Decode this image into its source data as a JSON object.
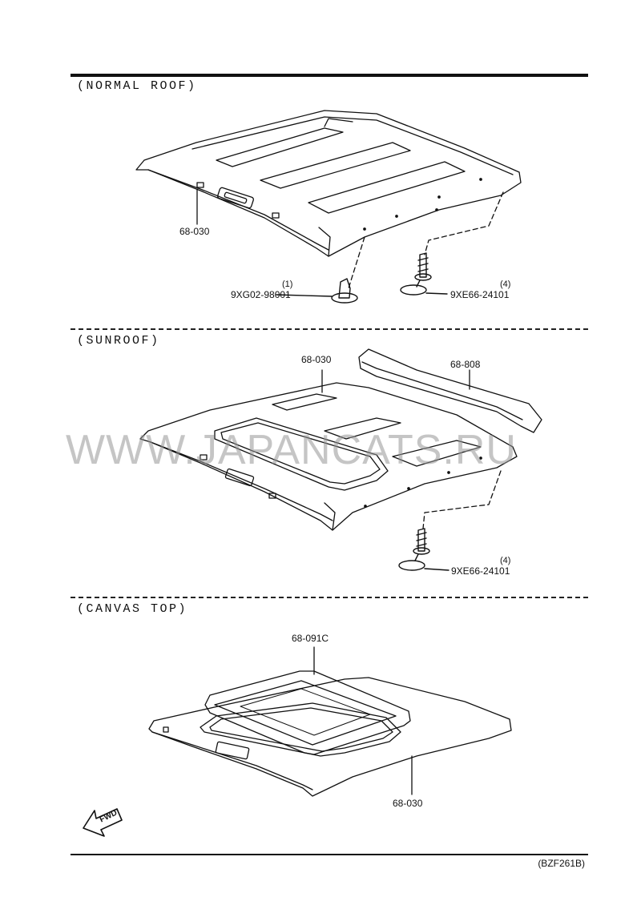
{
  "sections": [
    {
      "title": "(NORMAL ROOF)"
    },
    {
      "title": "(SUNROOF)"
    },
    {
      "title": "(CANVAS TOP)"
    }
  ],
  "parts": {
    "normal": {
      "headliner": "68-030",
      "clip_qty": "(1)",
      "clip": "9XG02-98001",
      "screw_qty": "(4)",
      "screw": "9XE66-24101"
    },
    "sunroof": {
      "headliner": "68-030",
      "trim": "68-808",
      "screw_qty": "(4)",
      "screw": "9XE66-24101"
    },
    "canvas": {
      "frame": "68-091C",
      "headliner": "68-030"
    }
  },
  "fwd_label": "FWD",
  "watermark": "WWW.JAPANCATS.RU",
  "figure_code": "(BZF261B)"
}
